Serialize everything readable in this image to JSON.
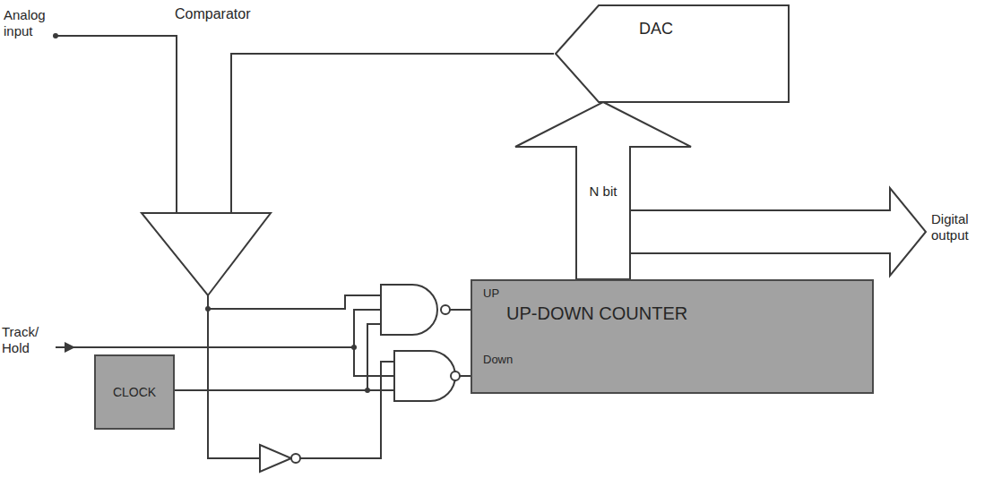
{
  "diagram": {
    "nodes": [
      {
        "text": [
          "Comparator"
        ]
      },
      {
        "text": [
          "DAC"
        ]
      },
      {
        "text": [
          "N bit"
        ]
      },
      {
        "text": [
          "Digital output"
        ]
      },
      {
        "text": [
          "UP",
          "UP-DOWN COUNTER",
          "Down"
        ]
      },
      {
        "text": [
          "CLOCK"
        ]
      }
    ],
    "edges": [
      {
        "from": 1,
        "to": 0,
        "arrow": "none"
      }
    ],
    "labels": [
      "Analog input",
      "Track/ Hold"
    ]
  }
}
